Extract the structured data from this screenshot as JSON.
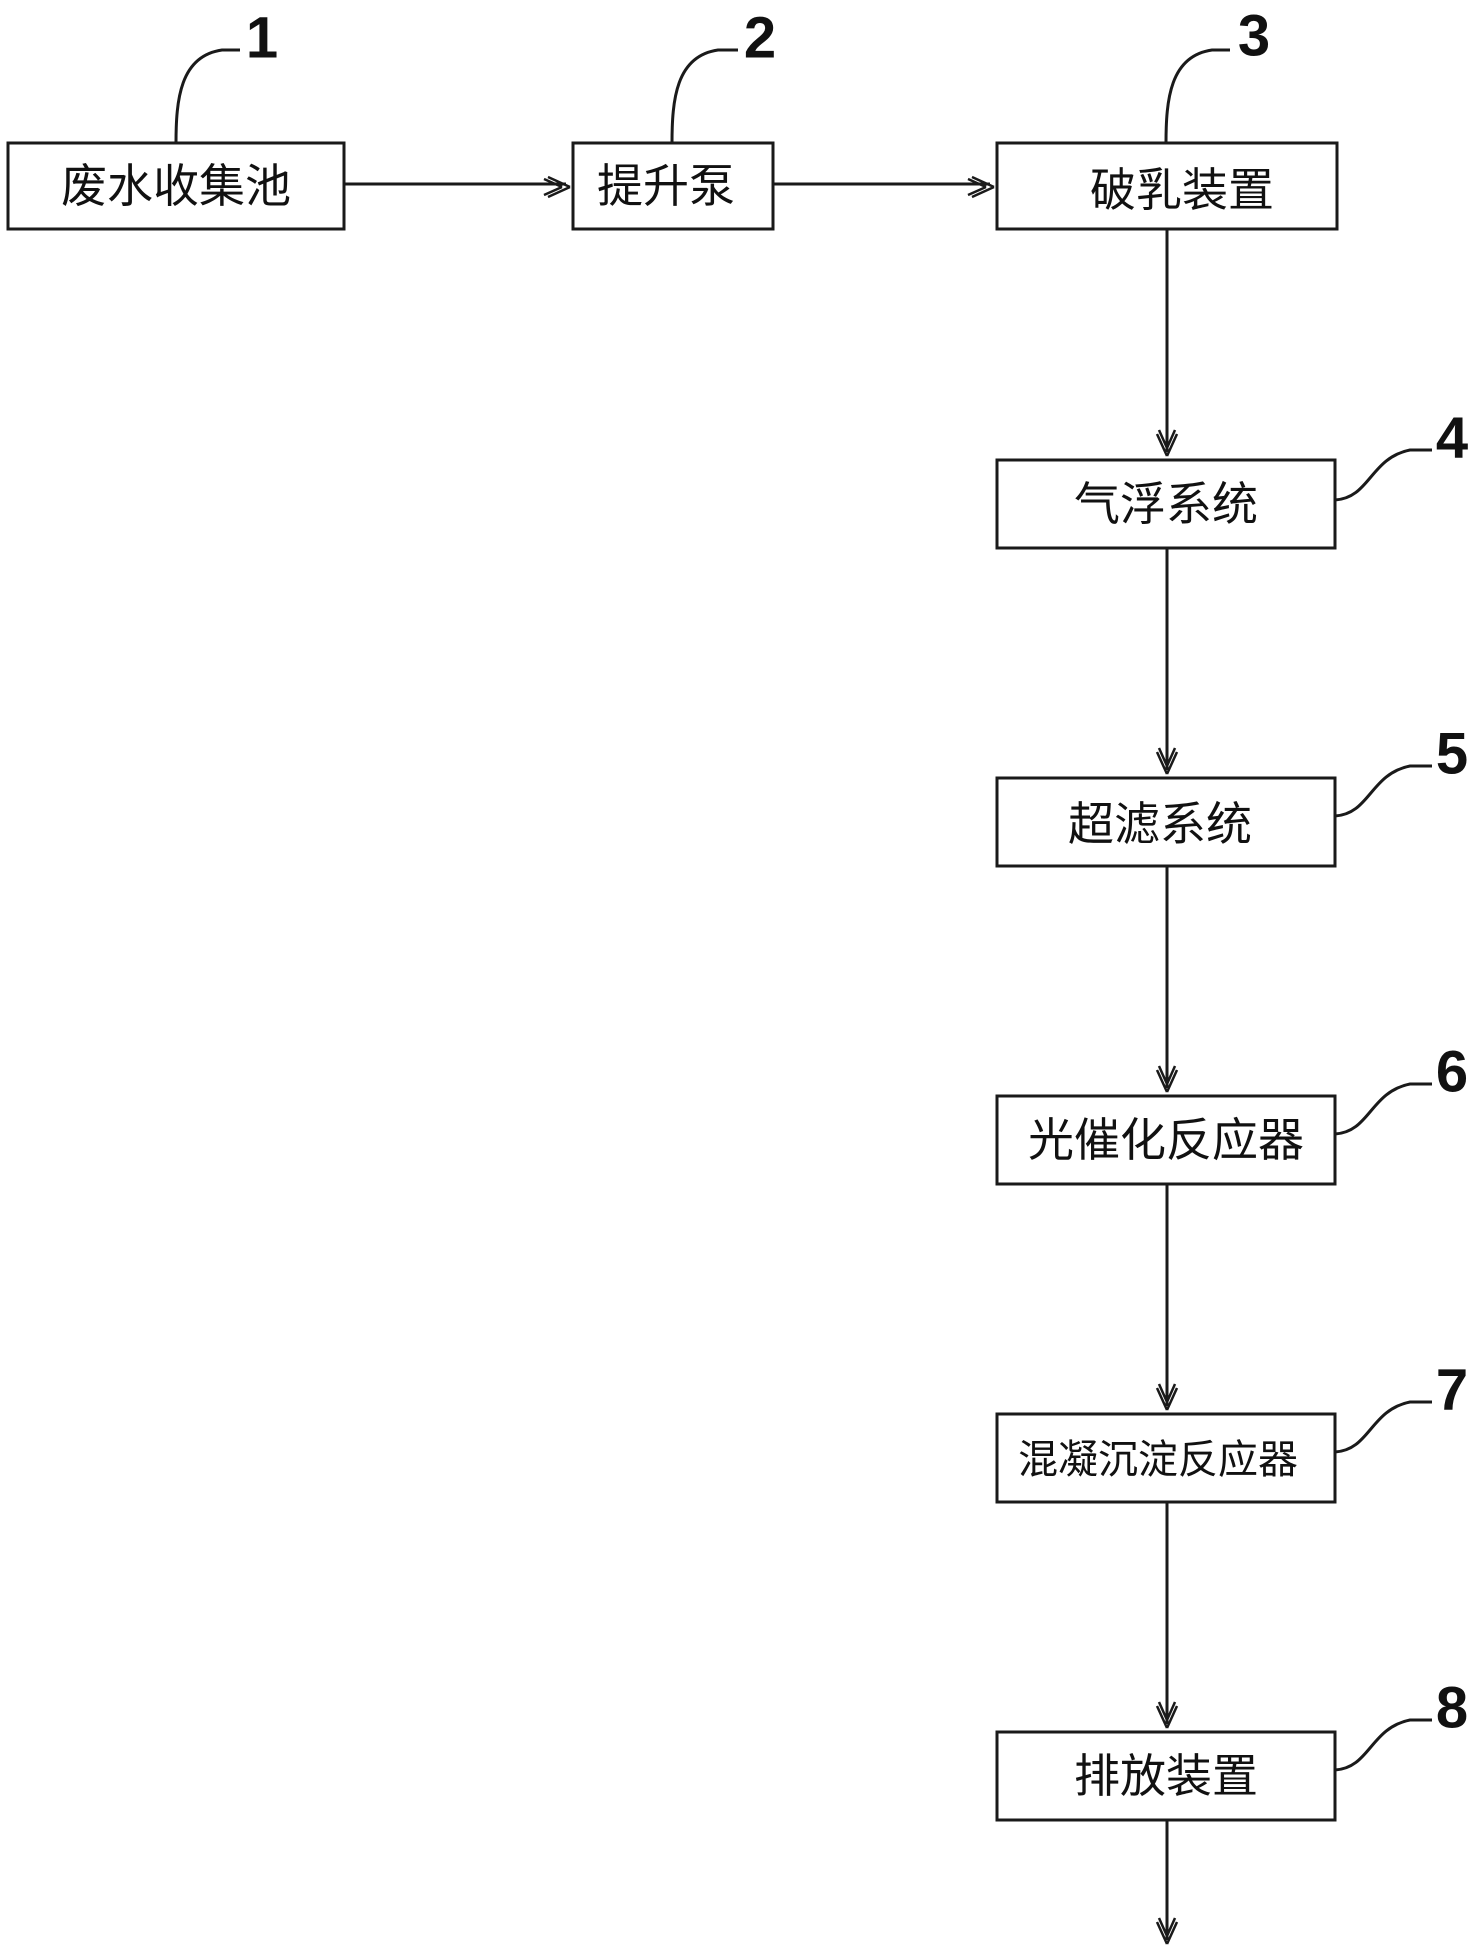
{
  "nodes": [
    {
      "id": "1",
      "label": "废水收集池"
    },
    {
      "id": "2",
      "label": "提升泵"
    },
    {
      "id": "3",
      "label": "破乳装置"
    },
    {
      "id": "4",
      "label": "气浮系统"
    },
    {
      "id": "5",
      "label": "超滤系统"
    },
    {
      "id": "6",
      "label": "光催化反应器"
    },
    {
      "id": "7",
      "label": "混凝沉淀反应器"
    },
    {
      "id": "8",
      "label": "排放装置"
    }
  ],
  "edges": [
    {
      "from": "1",
      "to": "2"
    },
    {
      "from": "2",
      "to": "3"
    },
    {
      "from": "3",
      "to": "4"
    },
    {
      "from": "4",
      "to": "5"
    },
    {
      "from": "5",
      "to": "6"
    },
    {
      "from": "6",
      "to": "7"
    },
    {
      "from": "7",
      "to": "8"
    },
    {
      "from": "8",
      "to": ""
    }
  ]
}
